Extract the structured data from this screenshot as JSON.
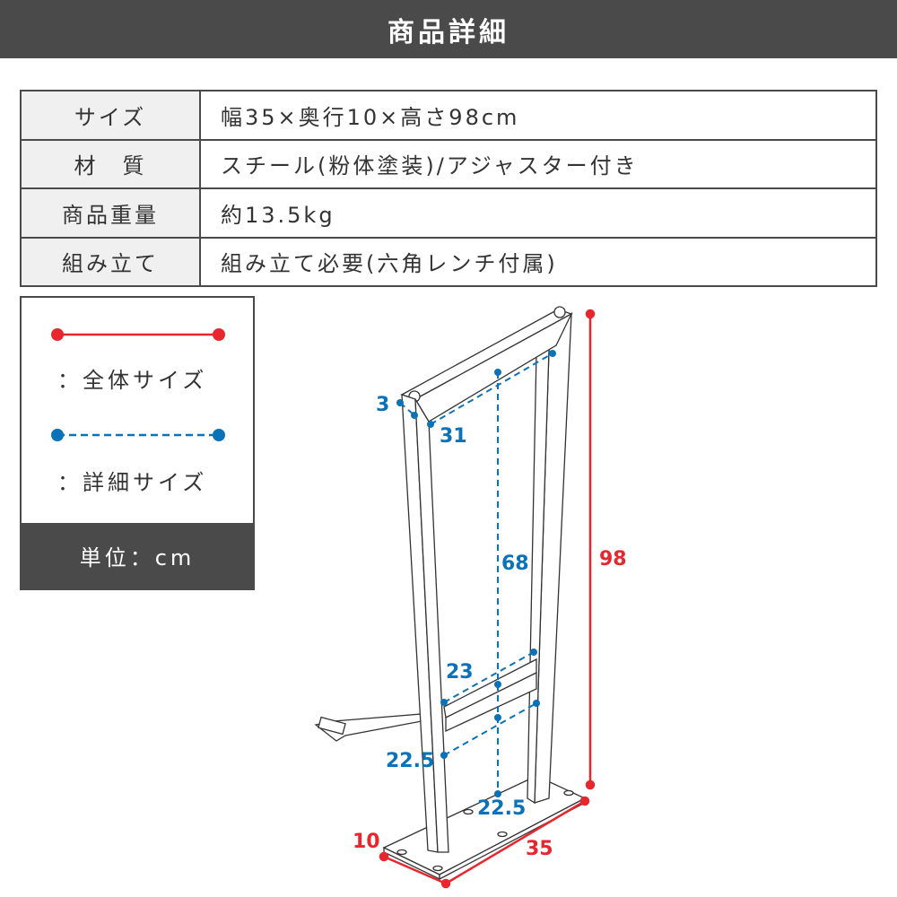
{
  "header": {
    "title": "商品詳細"
  },
  "spec": [
    {
      "label": "サイズ",
      "value": "幅35×奥行10×高さ98cm"
    },
    {
      "label": "材　質",
      "value": "スチール(粉体塗装)/アジャスター付き"
    },
    {
      "label": "商品重量",
      "value": "約13.5kg"
    },
    {
      "label": "組み立て",
      "value": "組み立て必要(六角レンチ付属)"
    }
  ],
  "legend": {
    "overall": "：全体サイズ",
    "detail": "：詳細サイズ",
    "unit": "単位：cm"
  },
  "dimensions": {
    "height": "98",
    "width": "35",
    "depth": "10",
    "frame_thickness": "3",
    "top_inner": "31",
    "inner_height": "68",
    "crossbar_upper": "23",
    "crossbar_lower": "22.5",
    "bottom_height": "22.5"
  },
  "colors": {
    "overall": "#e8262e",
    "detail": "#0a72b8",
    "header": "#4a4a4a"
  }
}
